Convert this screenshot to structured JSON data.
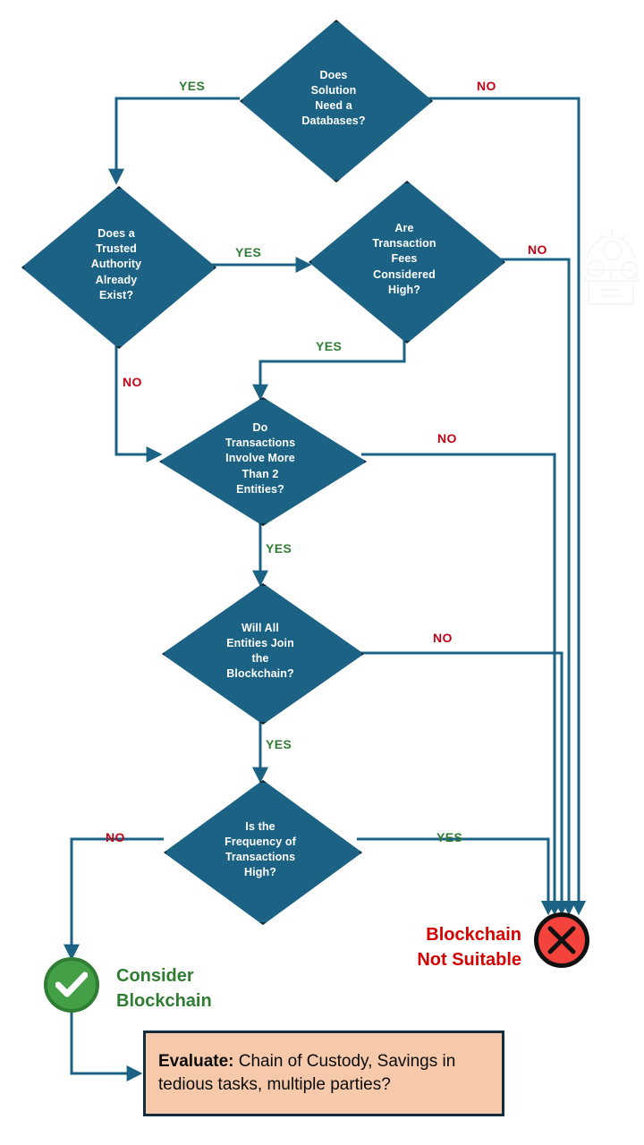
{
  "diagram": {
    "title": "Blockchain Suitability Decision Flowchart",
    "colors": {
      "node_fill": "#1b6285",
      "node_stroke": "#132e3f",
      "yes_label": "#2f7d32",
      "no_label": "#c00418",
      "wire": "#1b6285",
      "success": "#43a047",
      "failure": "#f4433c",
      "eval_fill": "#f6c9ab"
    },
    "nodes": [
      {
        "id": "q1",
        "shape": "diamond",
        "text": "Does\nSolution\nNeed a\nDatabases?"
      },
      {
        "id": "q2",
        "shape": "diamond",
        "text": "Does a\nTrusted\nAuthority\nAlready\nExist?"
      },
      {
        "id": "q3",
        "shape": "diamond",
        "text": "Are\nTransaction\nFees\nConsidered\nHigh?"
      },
      {
        "id": "q4",
        "shape": "diamond",
        "text": "Do\nTransactions\nInvolve More\nThan 2\nEntities?"
      },
      {
        "id": "q5",
        "shape": "diamond",
        "text": "Will All\nEntities Join\nthe\nBlockchain?"
      },
      {
        "id": "q6",
        "shape": "diamond",
        "text": "Is the\nFrequency of\nTransactions\nHigh?"
      }
    ],
    "edge_labels": [
      {
        "id": "e1",
        "text": "YES",
        "kind": "yes",
        "from": "q1",
        "to": "q2"
      },
      {
        "id": "e2",
        "text": "NO",
        "kind": "no",
        "from": "q1",
        "to": "not-suitable"
      },
      {
        "id": "e3",
        "text": "YES",
        "kind": "yes",
        "from": "q2",
        "to": "q3"
      },
      {
        "id": "e4",
        "text": "NO",
        "kind": "no",
        "from": "q2",
        "to": "q4"
      },
      {
        "id": "e5",
        "text": "NO",
        "kind": "no",
        "from": "q3",
        "to": "not-suitable"
      },
      {
        "id": "e6",
        "text": "YES",
        "kind": "yes",
        "from": "q3",
        "to": "q4"
      },
      {
        "id": "e7",
        "text": "NO",
        "kind": "no",
        "from": "q4",
        "to": "not-suitable"
      },
      {
        "id": "e8",
        "text": "YES",
        "kind": "yes",
        "from": "q4",
        "to": "q5"
      },
      {
        "id": "e9",
        "text": "NO",
        "kind": "no",
        "from": "q5",
        "to": "not-suitable"
      },
      {
        "id": "e10",
        "text": "YES",
        "kind": "yes",
        "from": "q5",
        "to": "q6"
      },
      {
        "id": "e11",
        "text": "NO",
        "kind": "no",
        "from": "q6",
        "to": "consider-blockchain"
      },
      {
        "id": "e12",
        "text": "YES",
        "kind": "yes",
        "from": "q6",
        "to": "not-suitable"
      }
    ],
    "outcomes": {
      "consider": {
        "text": "Consider\nBlockchain",
        "icon": "check-mark-icon"
      },
      "not_suitable": {
        "text": "Blockchain\nNot Suitable",
        "icon": "cross-mark-icon"
      }
    },
    "evaluate_note": {
      "lead": "Evaluate:",
      "body": " Chain of Custody, Savings in tedious tasks, multiple parties?"
    }
  }
}
